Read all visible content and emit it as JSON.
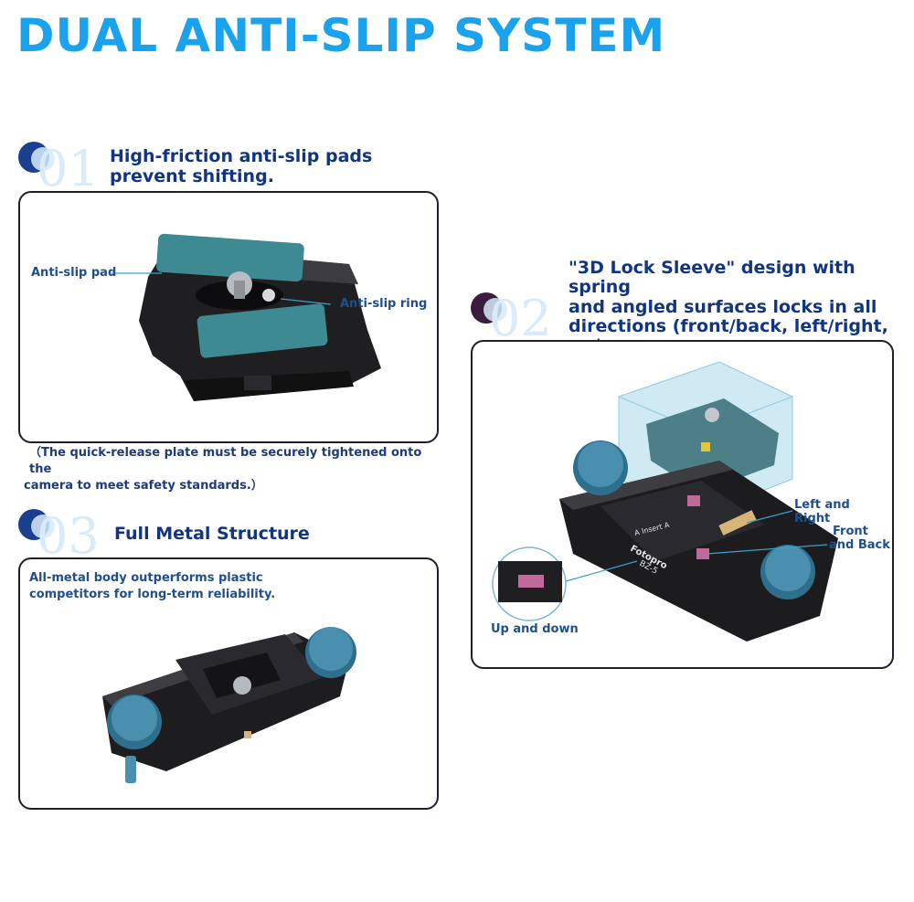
{
  "title": "DUAL ANTI-SLIP SYSTEM",
  "features": [
    {
      "number": "01",
      "heading_line1": "High-friction anti-slip pads",
      "heading_line2": "prevent shifting.",
      "callouts": [
        "Anti-slip pad",
        "Anti-slip ring"
      ],
      "note_line1": "（The quick-release plate must be securely tightened onto the",
      "note_line2": "camera to meet safety standards.）",
      "accent": "#1b3f8f"
    },
    {
      "number": "02",
      "heading_lines": [
        "\"3D Lock Sleeve\" design with spring",
        "and angled surfaces locks in all",
        "directions (front/back, left/right, up/",
        "down"
      ],
      "callouts": [
        "Left and",
        "Right",
        "Front",
        "and Back",
        "Up and down"
      ],
      "plate_text": [
        "Fotopro",
        "BZ-5",
        "A Insert A"
      ],
      "accent": "#3a1c3f"
    },
    {
      "number": "03",
      "heading": "Full Metal Structure",
      "desc_line1": "All-metal body outperforms plastic",
      "desc_line2": "competitors for long-term reliability.",
      "accent": "#1b3f8f"
    }
  ],
  "colors": {
    "title": "#1aa3ec",
    "heading": "#123580",
    "pad": "#3e8a92",
    "knob": "#4a8fae"
  }
}
